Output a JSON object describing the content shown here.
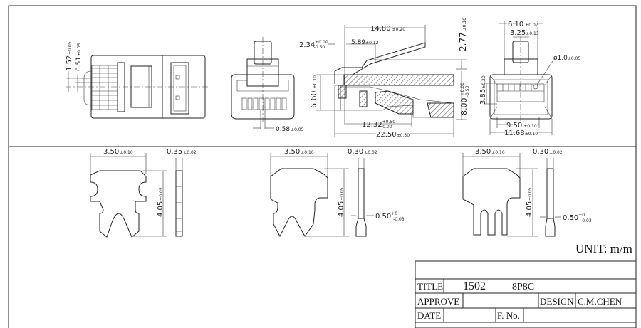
{
  "views": {
    "front": {
      "pitch": {
        "value": "1.52",
        "tol": "±0.05"
      },
      "gap": {
        "value": "0.51",
        "tol": "±0.05"
      }
    },
    "end": {
      "blade_width": {
        "value": "0.58",
        "tol": "±0.05"
      },
      "height": {
        "value": "6.60",
        "tol": "±0.10"
      }
    },
    "side": {
      "latch_length": {
        "value": "14.80",
        "tol": "±0.20"
      },
      "latch_offset": {
        "value": "2.34",
        "tol_upper": "+0.00",
        "tol_lower": "-0.50"
      },
      "latch_step": {
        "value": "5.89",
        "tol": "±0.12"
      },
      "latch_height": {
        "value": "2.77",
        "tol": "±0.10"
      },
      "body_height": {
        "value": "8.00",
        "tol_upper": "+0.00",
        "tol_lower": "-0.50"
      },
      "inner_length": {
        "value": "12.32",
        "tol_upper": "+0.50",
        "tol_lower": "-0.00"
      },
      "total_length": {
        "value": "22.50",
        "tol": "±0.30"
      }
    },
    "rear": {
      "latch_width": {
        "value": "6.10",
        "tol": "±0.07"
      },
      "tab_width": {
        "value": "3.25",
        "tol": "±0.13"
      },
      "hole": {
        "value": "ø1.0",
        "tol": "±0.05"
      },
      "opening_height": {
        "value": "3.85",
        "tol": "±0.20"
      },
      "inner_width": {
        "value": "9.50",
        "tol": "±0.10"
      },
      "outer_width": {
        "value": "11.68",
        "tol": "±0.10"
      }
    }
  },
  "contacts": [
    {
      "width": {
        "value": "3.50",
        "tol": "±0.10"
      },
      "thickness": {
        "value": "0.35",
        "tol": "±0.02"
      },
      "height": {
        "value": "4.05",
        "tol": "±0.05"
      }
    },
    {
      "width": {
        "value": "3.50",
        "tol": "±0.10"
      },
      "thickness": {
        "value": "0.30",
        "tol": "±0.02"
      },
      "height": {
        "value": "4.05",
        "tol": "±0.05"
      },
      "tip": {
        "value": "0.50",
        "tol_upper": "+0",
        "tol_lower": "-0.03"
      }
    },
    {
      "width": {
        "value": "3.50",
        "tol": "±0.10"
      },
      "thickness": {
        "value": "0.30",
        "tol": "±0.02"
      },
      "height": {
        "value": "4.05",
        "tol": "±0.05"
      },
      "tip": {
        "value": "0.50",
        "tol_upper": "+0",
        "tol_lower": "-0.03"
      }
    }
  ],
  "unit_label": "UNIT: m/m",
  "title_block": {
    "title_label": "TITLE",
    "title_code": "1502",
    "title_type": "8P8C",
    "approve_label": "APPROVE",
    "design_label": "DESIGN",
    "designer": "C.M.CHEN",
    "date_label": "DATE",
    "file_no_label": "F. No."
  }
}
